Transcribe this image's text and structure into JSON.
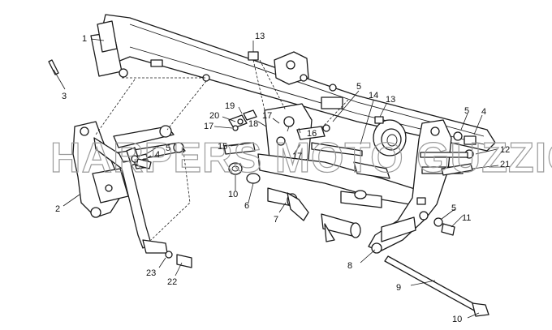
{
  "diagram": {
    "watermark": "HARPERS MOTO GUZZIO",
    "callouts": [
      {
        "id": "c1",
        "label": "1"
      },
      {
        "id": "c2",
        "label": "2"
      },
      {
        "id": "c3",
        "label": "3"
      },
      {
        "id": "c4a",
        "label": "4"
      },
      {
        "id": "c4b",
        "label": "4"
      },
      {
        "id": "c5a",
        "label": "5"
      },
      {
        "id": "c5b",
        "label": "5"
      },
      {
        "id": "c5c",
        "label": "5"
      },
      {
        "id": "c5d",
        "label": "5"
      },
      {
        "id": "c6",
        "label": "6"
      },
      {
        "id": "c7",
        "label": "7"
      },
      {
        "id": "c8",
        "label": "8"
      },
      {
        "id": "c9",
        "label": "9"
      },
      {
        "id": "c10a",
        "label": "10"
      },
      {
        "id": "c10b",
        "label": "10"
      },
      {
        "id": "c11",
        "label": "11"
      },
      {
        "id": "c12",
        "label": "12"
      },
      {
        "id": "c13a",
        "label": "13"
      },
      {
        "id": "c13b",
        "label": "13"
      },
      {
        "id": "c14",
        "label": "14"
      },
      {
        "id": "c15",
        "label": "15"
      },
      {
        "id": "c16",
        "label": "16"
      },
      {
        "id": "c17a",
        "label": "17"
      },
      {
        "id": "c17b",
        "label": "17"
      },
      {
        "id": "c17c",
        "label": "17"
      },
      {
        "id": "c18",
        "label": "18"
      },
      {
        "id": "c19",
        "label": "19"
      },
      {
        "id": "c20",
        "label": "20"
      },
      {
        "id": "c21",
        "label": "21"
      },
      {
        "id": "c22",
        "label": "22"
      },
      {
        "id": "c23",
        "label": "23"
      }
    ]
  }
}
